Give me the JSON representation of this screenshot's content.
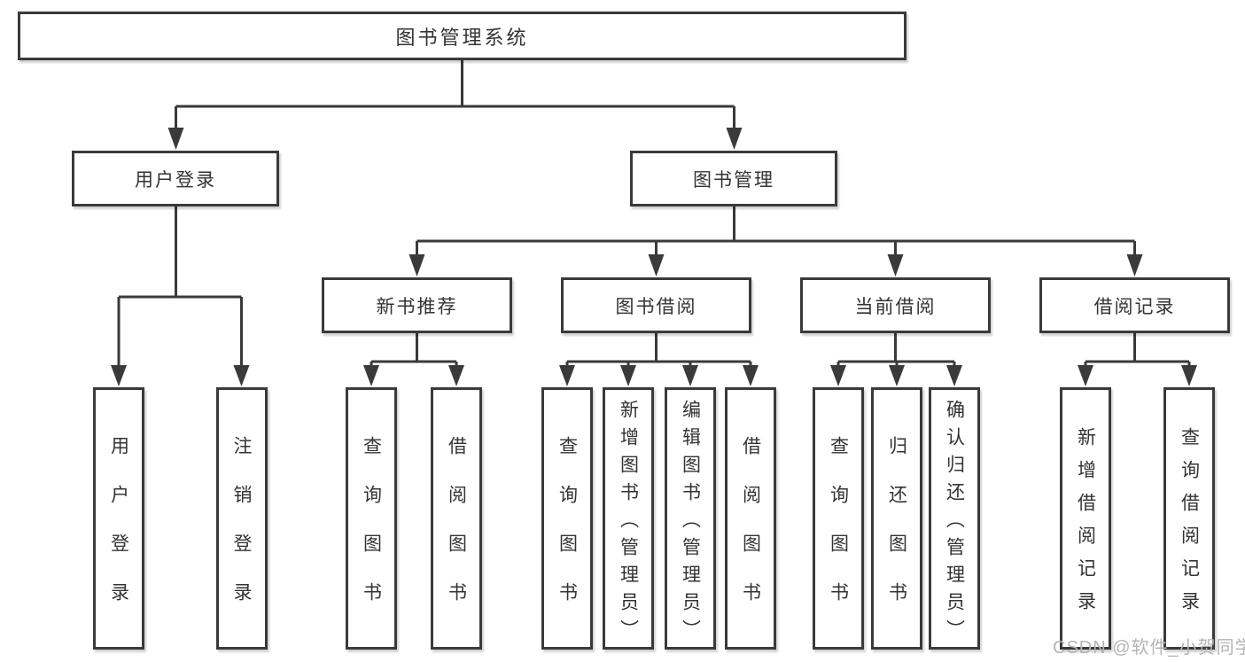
{
  "diagram": {
    "tree": {
      "root": {
        "label": "图书管理系统",
        "children": [
          {
            "label": "用户登录",
            "children": [
              {
                "label": "用户登录"
              },
              {
                "label": "注销登录"
              }
            ]
          },
          {
            "label": "图书管理",
            "children": [
              {
                "label": "新书推荐",
                "children": [
                  {
                    "label": "查询图书"
                  },
                  {
                    "label": "借阅图书"
                  }
                ]
              },
              {
                "label": "图书借阅",
                "children": [
                  {
                    "label": "查询图书"
                  },
                  {
                    "label": "新增图书（管理员）"
                  },
                  {
                    "label": "编辑图书（管理员）"
                  },
                  {
                    "label": "借阅图书"
                  }
                ]
              },
              {
                "label": "当前借阅",
                "children": [
                  {
                    "label": "查询图书"
                  },
                  {
                    "label": "归还图书"
                  },
                  {
                    "label": "确认归还（管理员）"
                  }
                ]
              },
              {
                "label": "借阅记录",
                "children": [
                  {
                    "label": "新增借阅记录"
                  },
                  {
                    "label": "查询借阅记录"
                  }
                ]
              }
            ]
          }
        ]
      }
    },
    "watermark": "CSDN @软件_小贺同学",
    "colors": {
      "line": "#3a3a3a",
      "box_border": "#3a3a3a",
      "box_fill": "#ffffff",
      "text": "#333333",
      "watermark": "#b4b4b4",
      "background": "#ffffff"
    }
  }
}
